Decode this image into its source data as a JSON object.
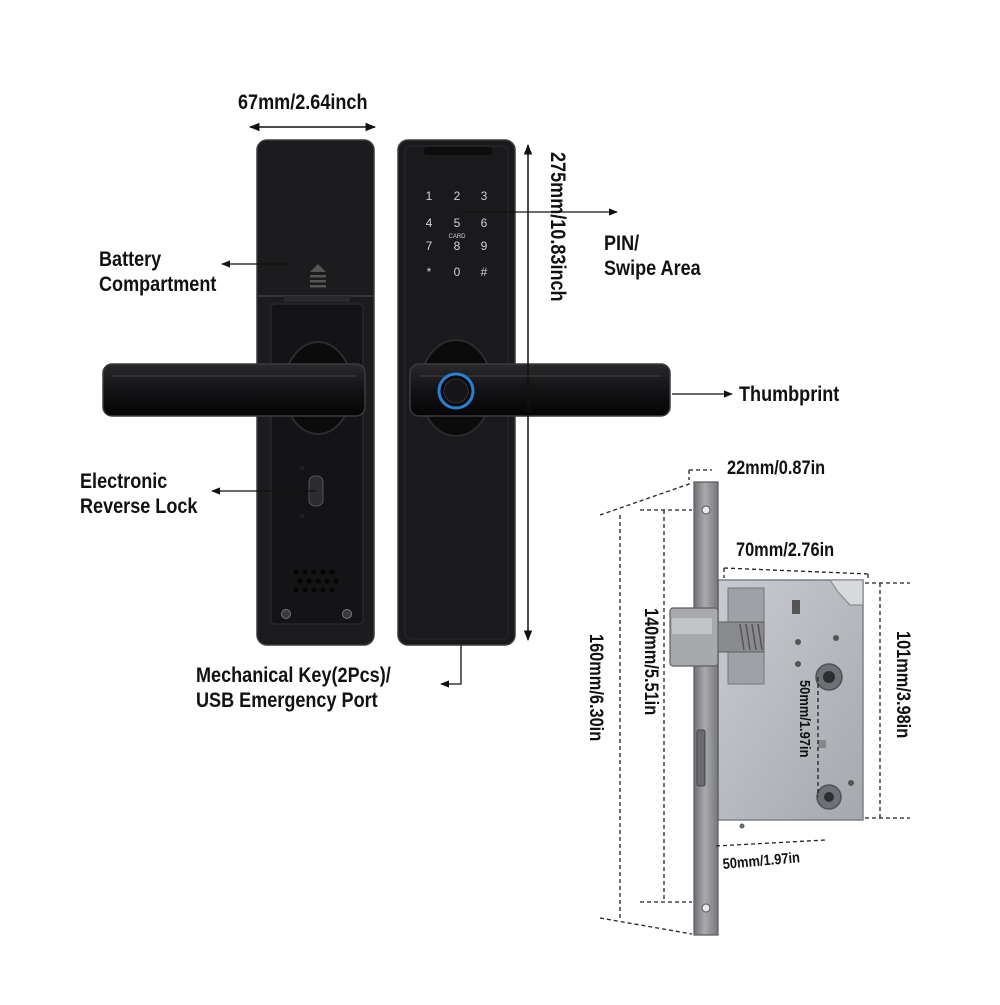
{
  "dimensions": {
    "width": "67mm/2.64inch",
    "height": "275mm/10.83inch",
    "mortise_offset": "22mm/0.87in",
    "mortise_depth": "70mm/2.76in",
    "mortise_body_height": "101mm/3.98in",
    "faceplate_inner": "140mm/5.51in",
    "faceplate_outer": "160mm/6.30in",
    "hole_spacing": "50mm/1.97in",
    "backset": "50mm/1.97in"
  },
  "callouts": {
    "battery_line1": "Battery",
    "battery_line2": "Compartment",
    "pin_line1": "PIN/",
    "pin_line2": "Swipe Area",
    "thumbprint": "Thumbprint",
    "reverse_line1": "Electronic",
    "reverse_line2": "Reverse Lock",
    "key_line1": "Mechanical Key(2Pcs)/",
    "key_line2": "USB Emergency Port"
  },
  "keypad": {
    "keys": [
      "1",
      "2",
      "3",
      "4",
      "5",
      "6",
      "7",
      "8",
      "9",
      "*",
      "0",
      "#"
    ],
    "card_label": "CARD"
  },
  "colors": {
    "lock_body": "#1a1a1c",
    "fingerprint_ring": "#2a7fd4",
    "mortise_plate": "#b9bcc0",
    "faceplate": "#8e8f92"
  }
}
